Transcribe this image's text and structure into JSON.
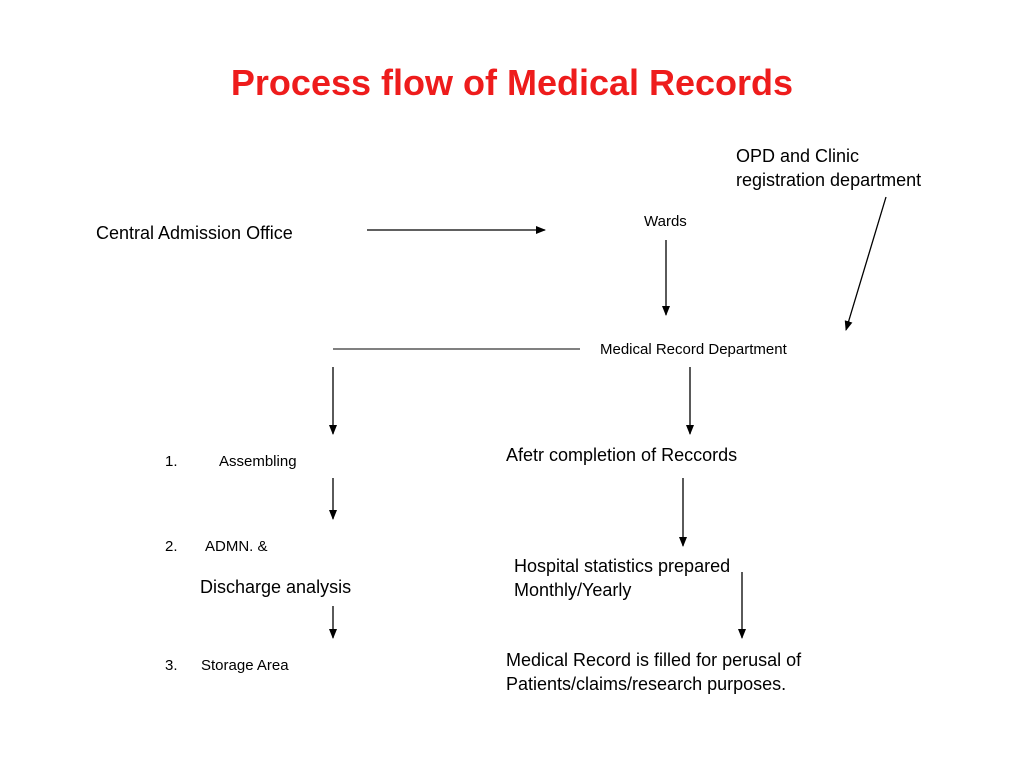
{
  "title": "Process flow of Medical Records",
  "colors": {
    "title": "#ee1c1c",
    "text": "#000000",
    "arrow": "#000000",
    "background": "#ffffff"
  },
  "nodes": {
    "opd": "OPD and Clinic\nregistration department",
    "central_admission": "Central Admission Office",
    "wards": "Wards",
    "mrd": "Medical Record Department",
    "step1_num": "1.",
    "step1": "Assembling",
    "step2_num": "2.",
    "step2": "ADMN. &",
    "step2_detail": "Discharge analysis",
    "step3_num": "3.",
    "step3": "Storage Area",
    "after_completion": "Afetr completion of Reccords",
    "stats": "Hospital statistics prepared\nMonthly/Yearly",
    "filed": "Medical Record is filled for perusal of\nPatients/claims/research purposes."
  },
  "edges": [
    {
      "from": "central_admission",
      "to": "wards"
    },
    {
      "from": "wards",
      "to": "mrd"
    },
    {
      "from": "opd",
      "to": "mrd"
    },
    {
      "from": "mrd",
      "to": "step1",
      "style": "branch-line"
    },
    {
      "from": "step1",
      "to": "step2"
    },
    {
      "from": "step2",
      "to": "step3"
    },
    {
      "from": "mrd",
      "to": "after_completion"
    },
    {
      "from": "after_completion",
      "to": "stats"
    },
    {
      "from": "stats",
      "to": "filed"
    }
  ]
}
